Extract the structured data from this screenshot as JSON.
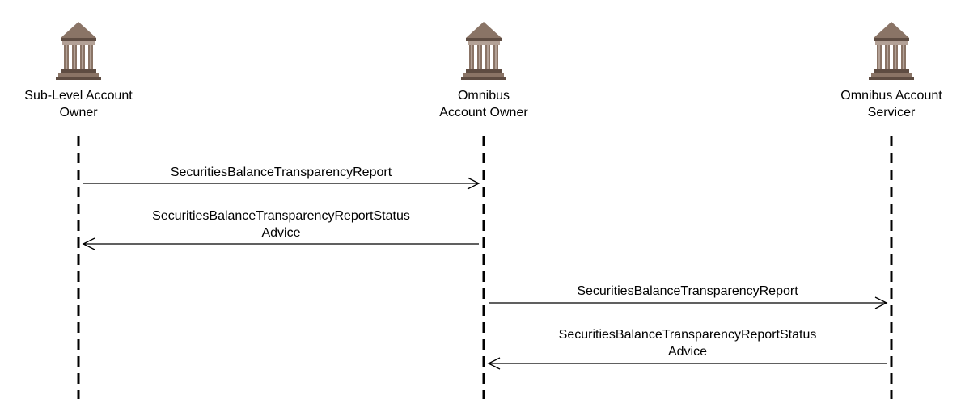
{
  "actors": [
    {
      "id": "sub-level-account-owner",
      "label_line1": "Sub-Level Account",
      "label_line2": "Owner",
      "icon": "bank-building-icon"
    },
    {
      "id": "omnibus-account-owner",
      "label_line1": "Omnibus",
      "label_line2": "Account Owner",
      "icon": "bank-building-icon"
    },
    {
      "id": "omnibus-account-servicer",
      "label_line1": "Omnibus Account",
      "label_line2": "Servicer",
      "icon": "bank-building-icon"
    }
  ],
  "messages": [
    {
      "from": "sub-level-account-owner",
      "to": "omnibus-account-owner",
      "label_line1": "SecuritiesBalanceTransparencyReport",
      "label_line2": ""
    },
    {
      "from": "omnibus-account-owner",
      "to": "sub-level-account-owner",
      "label_line1": "SecuritiesBalanceTransparencyReportStatus",
      "label_line2": "Advice"
    },
    {
      "from": "omnibus-account-owner",
      "to": "omnibus-account-servicer",
      "label_line1": "SecuritiesBalanceTransparencyReport",
      "label_line2": ""
    },
    {
      "from": "omnibus-account-servicer",
      "to": "omnibus-account-owner",
      "label_line1": "SecuritiesBalanceTransparencyReportStatus",
      "label_line2": "Advice"
    }
  ],
  "colors": {
    "icon_fill": "#8a7466",
    "icon_dark": "#5e4c42",
    "icon_light": "#b3a196",
    "line": "#000000"
  }
}
